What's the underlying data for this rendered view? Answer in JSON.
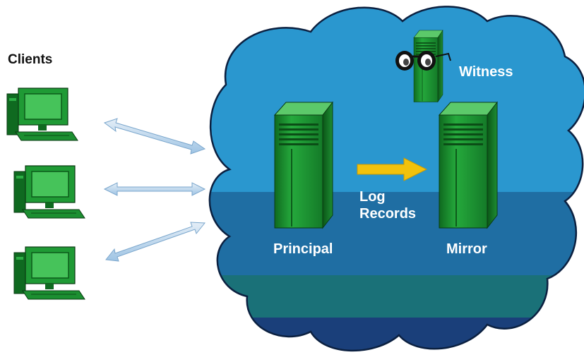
{
  "labels": {
    "clients": "Clients",
    "witness": "Witness",
    "principal": "Principal",
    "mirror": "Mirror",
    "log_line1": "Log",
    "log_line2": "Records"
  },
  "colors": {
    "cloud_top": "#2a97cf",
    "cloud_band": "#1f6ea3",
    "cloud_bottom": "#1a7178",
    "server_green": "#22a13a",
    "arrow_yellow": "#f2c20c",
    "client_arrow": "#bcd7ec"
  },
  "icons": [
    "desktop-computer-icon",
    "server-tower-icon",
    "binoculars-icon",
    "double-headed-arrow-icon",
    "right-arrow-icon"
  ]
}
